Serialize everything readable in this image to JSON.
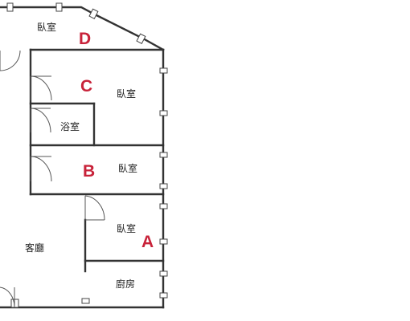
{
  "floor_plan": {
    "rooms": {
      "bedroom_d": "臥室",
      "bedroom_c": "臥室",
      "bathroom": "浴室",
      "bedroom_b": "臥室",
      "living_room": "客廳",
      "bedroom_a": "臥室",
      "kitchen": "廚房"
    },
    "markers": {
      "d": "D",
      "c": "C",
      "b": "B",
      "a": "A"
    },
    "colors": {
      "marker": "#c8233a",
      "wall": "#333333"
    }
  }
}
